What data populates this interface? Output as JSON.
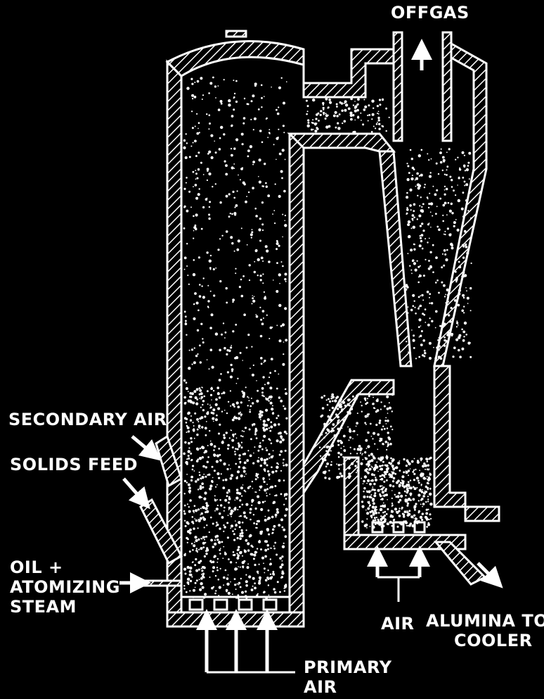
{
  "labels": {
    "offgas": "OFFGAS",
    "secondary_air": "SECONDARY AIR",
    "solids_feed": "SOLIDS FEED",
    "oil_line1": "OIL +",
    "oil_line2": "ATOMIZING",
    "oil_line3": "STEAM",
    "air": "AIR",
    "alumina_line1": "ALUMINA TO",
    "alumina_line2": "COOLER",
    "primary_air_line1": "PRIMARY",
    "primary_air_line2": "AIR"
  },
  "colors": {
    "background": "#000000",
    "line": "#ffffff"
  }
}
